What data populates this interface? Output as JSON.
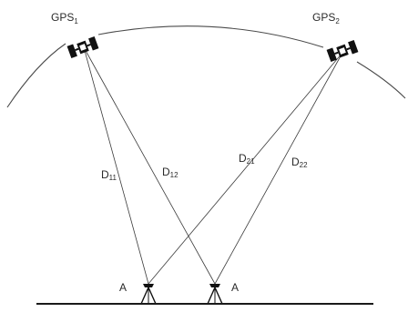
{
  "satellites": [
    {
      "label": "GPS",
      "sub": "1"
    },
    {
      "label": "GPS",
      "sub": "2"
    }
  ],
  "distances": [
    {
      "label": "D",
      "sub": "11"
    },
    {
      "label": "D",
      "sub": "12"
    },
    {
      "label": "D",
      "sub": "21"
    },
    {
      "label": "D",
      "sub": "22"
    }
  ],
  "receivers": [
    {
      "label": "A"
    },
    {
      "label": "A"
    }
  ]
}
